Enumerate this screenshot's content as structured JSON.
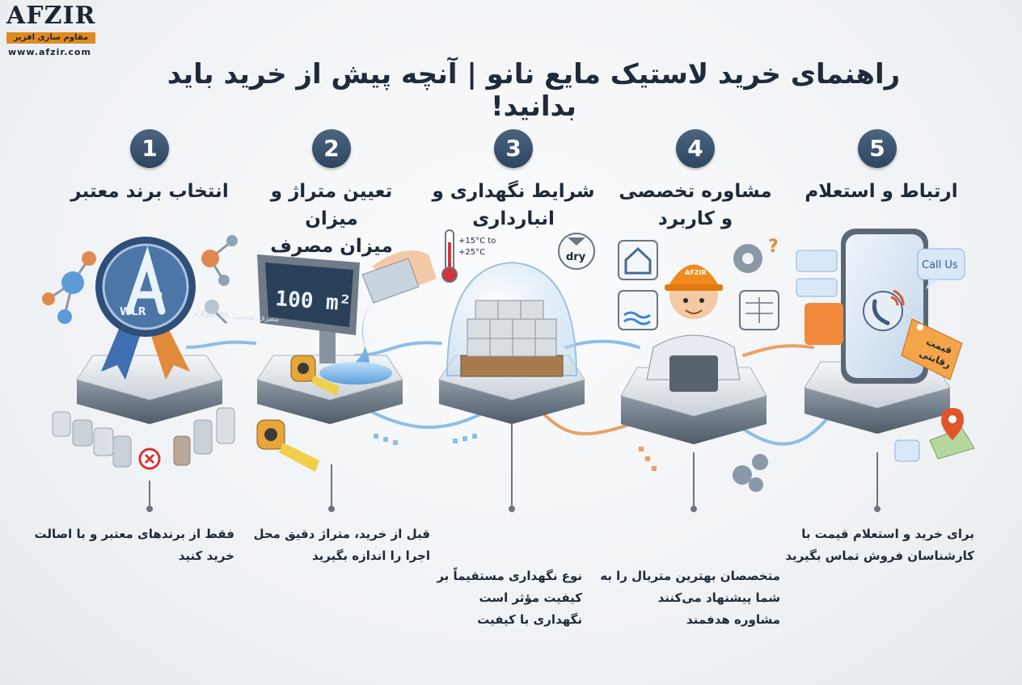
{
  "brand": {
    "name": "AFZIR",
    "tagline": "مقاوم سازی افزیر",
    "url": "www.afzir.com",
    "accent": "#e08a1f"
  },
  "title": "راهنمای خرید لاستیک مایع نانو | آنچه پیش از خرید باید بدانید!",
  "steps": [
    {
      "number": "1",
      "title": [
        "انتخاب برند معتبر"
      ],
      "desc": [
        "فقط از برندهای معتبر و با اصالت",
        "خرید کنید"
      ],
      "badge": "WLR"
    },
    {
      "number": "2",
      "title": [
        "تعیین متراژ و میزان",
        "میزان مصرف"
      ],
      "desc": [
        "قبل از خرید، متراژ دقیق محل",
        "اجرا را اندازه بگیرید"
      ],
      "screen_value": "100 m²",
      "screen_sub": "مصرف تخمینی: 56 کیلوگرم"
    },
    {
      "number": "3",
      "title": [
        "شرایط نگهداری و",
        "انبارداری"
      ],
      "desc": [
        "نوع نگهداری مستقیماً بر",
        "کیفیت مؤثر است",
        "نگهداری با کیفیت"
      ],
      "temp": [
        "+15°C to",
        "+25°C"
      ],
      "dry_label": "dry"
    },
    {
      "number": "4",
      "title": [
        "مشاوره تخصصی",
        "و کاربرد"
      ],
      "desc": [
        "متخصصان بهترین متریال را به",
        "شما پیشنهاد می‌کنند",
        "مشاوره هدفمند"
      ],
      "helmet_text": "AFZIR"
    },
    {
      "number": "5",
      "title": [
        "ارتباط و استعلام"
      ],
      "desc": [
        "برای خرید و استعلام قیمت با",
        "کارشناسان فروش تماس بگیرید"
      ],
      "call_label": "Call Us",
      "price_tag": [
        "قیمت",
        "رقابتی"
      ]
    }
  ]
}
